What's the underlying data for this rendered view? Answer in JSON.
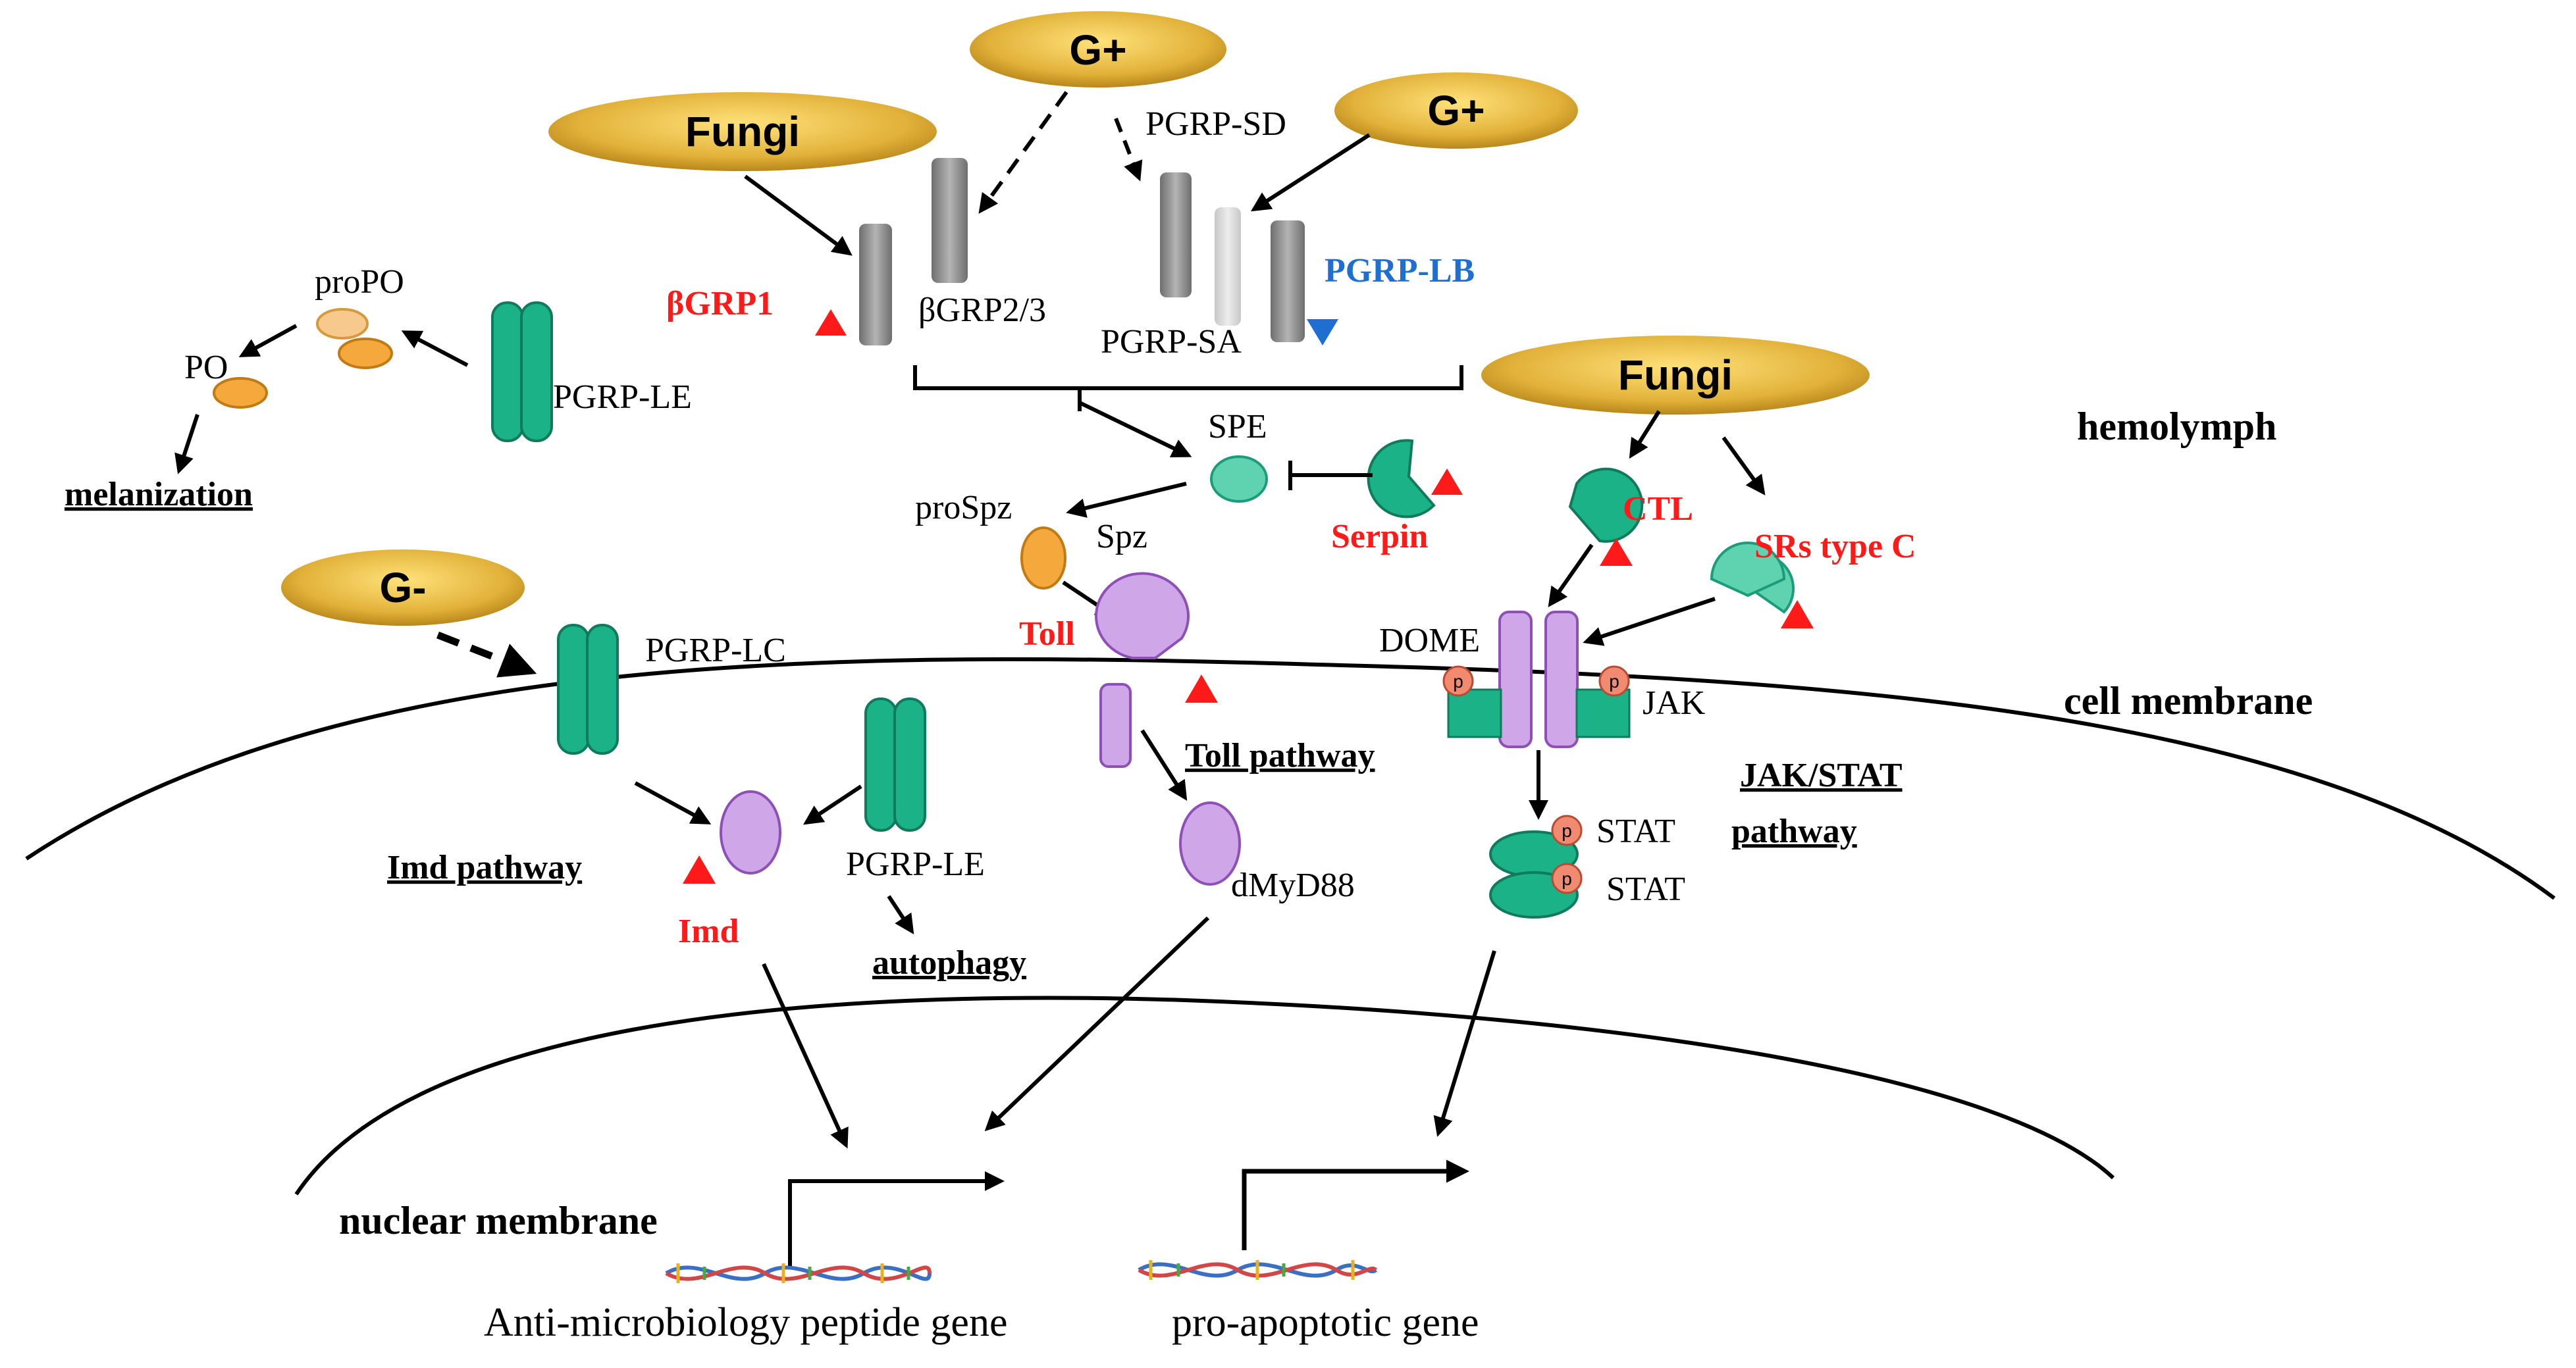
{
  "pills": {
    "gplus_top": "G+",
    "gplus_right": "G+",
    "fungi_left": "Fungi",
    "fungi_right": "Fungi",
    "gminus": "G-"
  },
  "labels": {
    "pgrp_sd": "PGRP-SD",
    "pgrp_lb": "PGRP-LB",
    "bgrp1": "βGRP1",
    "bgrp23": "βGRP2/3",
    "pgrp_sa": "PGRP-SA",
    "propo": "proPO",
    "po": "PO",
    "pgrp_le_top": "PGRP-LE",
    "melanization": "melanization",
    "spe": "SPE",
    "serpin": "Serpin",
    "prospz": "proSpz",
    "spz": "Spz",
    "toll": "Toll",
    "toll_pathway": "Toll pathway",
    "ctl": "CTL",
    "srs_type_c": "SRs type C",
    "dome": "DOME",
    "jak": "JAK",
    "p": "p",
    "stat1": "STAT",
    "stat2": "STAT",
    "jak_stat_line1": "JAK/STAT",
    "jak_stat_line2": "pathway",
    "pgrp_lc": "PGRP-LC",
    "imd_pathway": "Imd pathway",
    "imd": "Imd",
    "pgrp_le_bottom": "PGRP-LE",
    "autophagy": "autophagy",
    "dmyd88": "dMyD88",
    "hemolymph": "hemolymph",
    "cell_membrane": "cell membrane",
    "nuclear_membrane": "nuclear membrane",
    "amp_gene": "Anti-microbiology peptide gene",
    "apoptotic_gene": "pro-apoptotic gene"
  },
  "colors": {
    "pill_gold": "#e2b23a",
    "receptor_green": "#1bb287",
    "receptor_violet": "#cfa6e8",
    "up_marker": "#ff1a1a",
    "down_marker": "#1f6fd1",
    "gray_receptor": "#8a8a8a"
  }
}
